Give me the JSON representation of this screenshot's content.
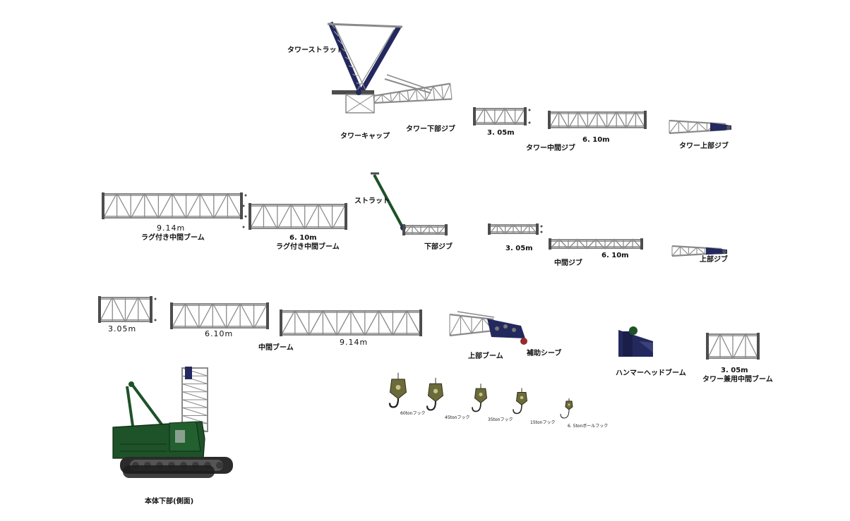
{
  "colors": {
    "lattice": "#8a8a8a",
    "lattice_dark": "#4d4d4d",
    "navy": "#23295e",
    "green": "#1e5228",
    "track": "#2b2b2b",
    "background": "#ffffff"
  },
  "labels": {
    "tower_strut": "タワーストラット",
    "tower_cap": "タワーキャップ",
    "tower_lower_jib": "タワー下部ジブ",
    "len_305_a": "3. 05m",
    "len_610_a": "6. 10m",
    "tower_mid_jib": "タワー中間ジブ",
    "tower_upper_jib": "タワー上部ジブ",
    "len_914_lug": "9.14m",
    "lug_mid_boom_914": "ラグ付き中間ブーム",
    "len_610_lug": "6. 10m",
    "lug_mid_boom_610": "ラグ付き中間ブーム",
    "strut": "ストラット",
    "lower_jib": "下部ジブ",
    "len_305_b": "3. 05m",
    "mid_jib": "中間ジブ",
    "len_610_b": "6. 10m",
    "upper_jib": "上部ジブ",
    "len_305_c": "3.05m",
    "len_610_c": "6.10m",
    "mid_boom": "中間ブーム",
    "len_914_c": "9.14m",
    "upper_boom": "上部ブーム",
    "aux_sheave": "補助シーブ",
    "hammerhead_boom": "ハンマーヘッドブーム",
    "len_305_tower": "3. 05m",
    "tower_mid_boom": "タワー兼用中間ブーム",
    "hook_60t": "60tonフック",
    "hook_45t": "45tonフック",
    "hook_35t": "35tonフック",
    "hook_15t": "15tonフック",
    "hook_ball": "6. 5tonボールフック",
    "body_lower": "本体下部(側面)"
  }
}
